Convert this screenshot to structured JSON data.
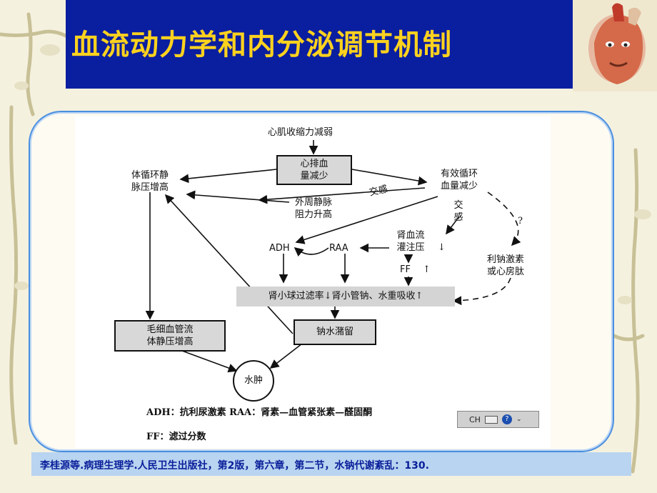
{
  "slide": {
    "title": "血流动力学和内分泌调节机制",
    "citation": "李桂源等.病理生理学.人民卫生出版社，第2版，第六章，第二节，水钠代谢紊乱：130."
  },
  "diagram": {
    "top": "心肌收缩力减弱",
    "cardiac_output": [
      "心排血",
      "量减少"
    ],
    "venous_pressure": [
      "体循环静",
      "脉压增高"
    ],
    "effective_volume": [
      "有效循环",
      "血量减少"
    ],
    "sympathetic_1": "交感",
    "peripheral_resistance": [
      "外周静脉",
      "阻力升高"
    ],
    "sympathetic_2": [
      "交",
      "感"
    ],
    "question": "?",
    "adh": "ADH",
    "raa": "RAA",
    "renal_flow": [
      "肾血流",
      "灌注压"
    ],
    "ff": "FF",
    "natriuretic": [
      "利钠激素",
      "或心房肽"
    ],
    "reabsorption": "肾小球过滤率↓肾小管钠、水重吸收↑",
    "capillary": [
      "毛细血管流",
      "体静压增高"
    ],
    "retention": "钠水潴留",
    "edema": "水肿",
    "legend_1": "ADH：抗利尿激素   RAA：肾素—血管紧张素—醛固酮",
    "legend_2": "FF：滤过分数"
  },
  "ime": {
    "label": "CH",
    "help": "?"
  }
}
